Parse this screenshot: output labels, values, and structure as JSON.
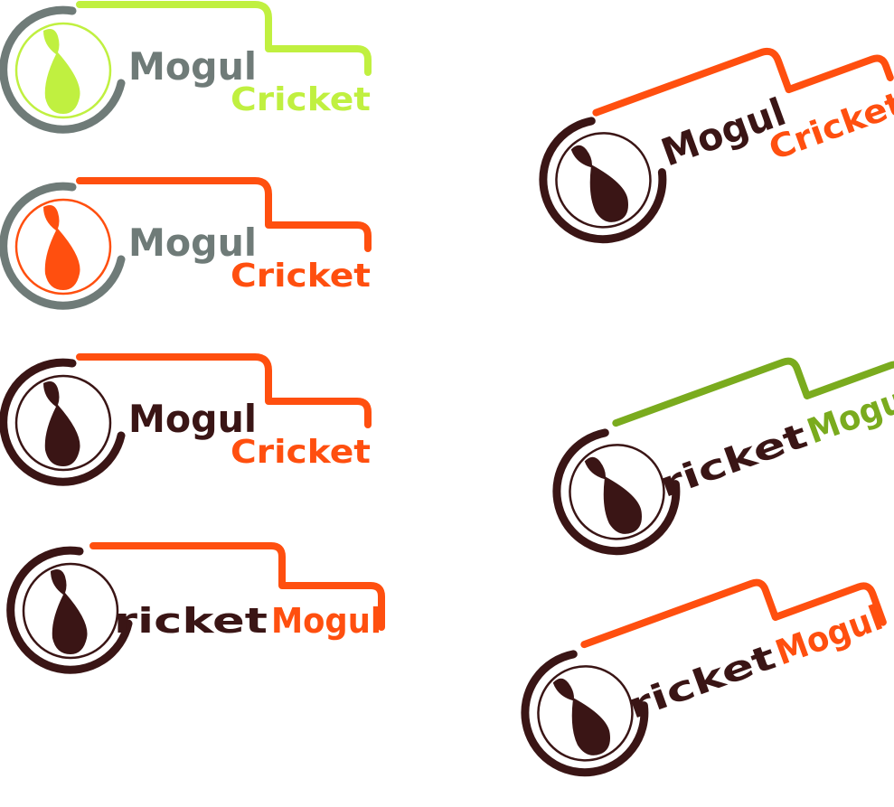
{
  "colors": {
    "grey": "#6f7b78",
    "lime": "#c0f040",
    "orange": "#ff4f0f",
    "brown": "#3a1515",
    "green": "#7aab1e"
  },
  "logos": [
    {
      "layout": "mogul-cricket",
      "word1": "Mogul",
      "word2": "Cricket",
      "arc": "grey",
      "line": "lime",
      "ball": "lime",
      "w1": "grey",
      "w2": "lime"
    },
    {
      "layout": "mogul-cricket",
      "word1": "Mogul",
      "word2": "Cricket",
      "arc": "grey",
      "line": "orange",
      "ball": "orange",
      "w1": "grey",
      "w2": "orange"
    },
    {
      "layout": "mogul-cricket",
      "word1": "Mogul",
      "word2": "Cricket",
      "arc": "brown",
      "line": "orange",
      "ball": "brown",
      "w1": "brown",
      "w2": "orange"
    },
    {
      "layout": "cricket-mogul",
      "word1": "ricket",
      "word2": "Mogul",
      "arc": "brown",
      "line": "orange",
      "ball": "brown",
      "w1": "brown",
      "w2": "orange"
    },
    {
      "layout": "mogul-cricket",
      "word1": "Mogul",
      "word2": "Cricket",
      "arc": "brown",
      "line": "orange",
      "ball": "brown",
      "w1": "brown",
      "w2": "orange"
    },
    {
      "layout": "cricket-mogul",
      "word1": "ricket",
      "word2": "Mogul",
      "arc": "brown",
      "line": "green",
      "ball": "brown",
      "w1": "brown",
      "w2": "green"
    },
    {
      "layout": "cricket-mogul",
      "word1": "ricket",
      "word2": "Mogul",
      "arc": "brown",
      "line": "orange",
      "ball": "brown",
      "w1": "brown",
      "w2": "orange"
    }
  ]
}
